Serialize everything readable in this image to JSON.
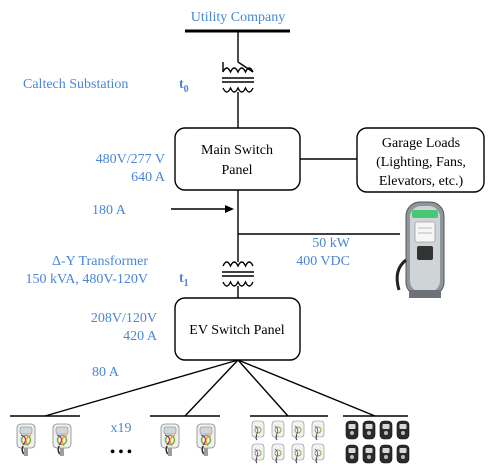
{
  "utility": "Utility Company",
  "substation": "Caltech Substation",
  "t0": {
    "main": "t",
    "sub": "0"
  },
  "t1": {
    "main": "t",
    "sub": "1"
  },
  "main_panel_rating": [
    "480V/277 V",
    "640 A"
  ],
  "main_panel": [
    "Main Switch",
    "Panel"
  ],
  "garage_loads": [
    "Garage Loads",
    "(Lighting, Fans,",
    "Elevators, etc.)"
  ],
  "feeder_current": "180 A",
  "dc_charger": [
    "50 kW",
    "400 VDC"
  ],
  "transformer": [
    "Δ-Y Transformer",
    "150 kVA, 480V-120V"
  ],
  "ev_panel_rating": [
    "208V/120V",
    "420 A"
  ],
  "ev_panel": "EV Switch Panel",
  "branch_current": "80 A",
  "repeat_count": "x19",
  "ellipsis": "• • •",
  "colors": {
    "label": "#4a86d6",
    "line": "#000000"
  },
  "icons": [
    "transformer-icon",
    "dc-fast-charger-icon",
    "ev-charger-icon",
    "ev-charger-cluster-icon",
    "dark-charger-cluster-icon"
  ]
}
